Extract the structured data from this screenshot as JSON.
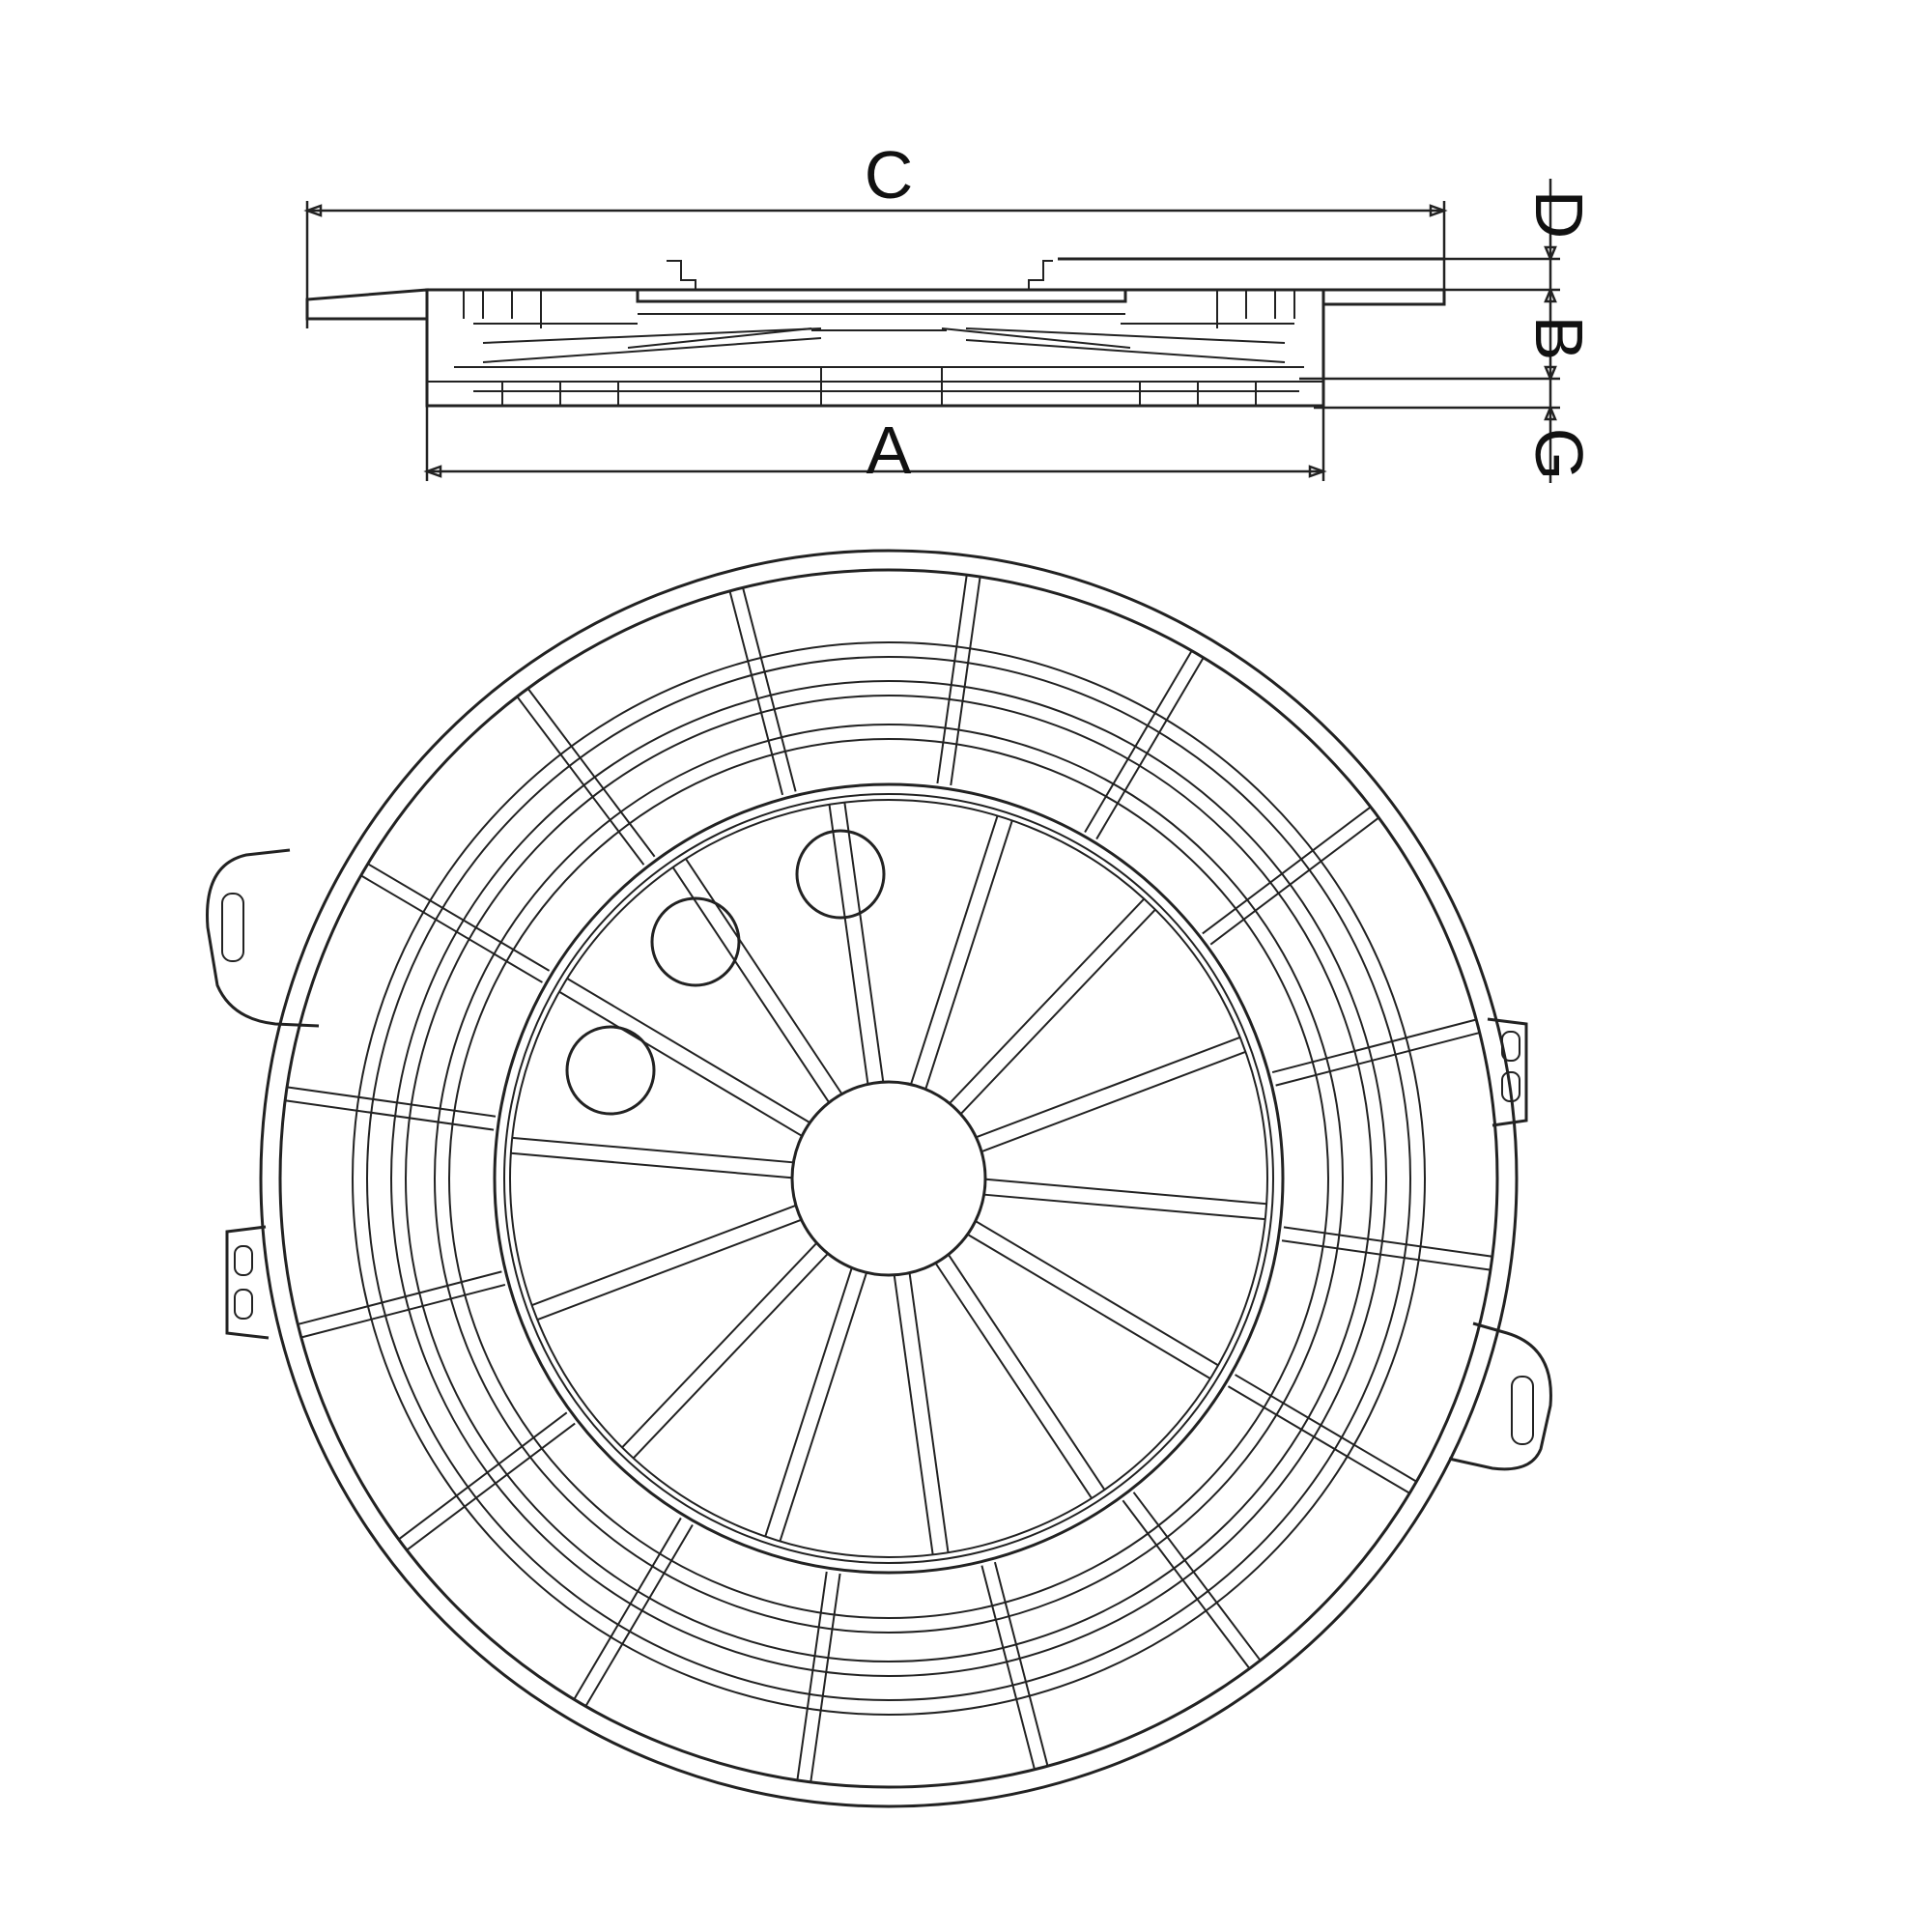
{
  "dimensions": {
    "overall_diameter": "C",
    "base_diameter": "A",
    "lid_projection": "D",
    "frame_height": "B",
    "base_offset": "G"
  },
  "colors": {
    "line": "#222222",
    "background": "#ffffff"
  }
}
